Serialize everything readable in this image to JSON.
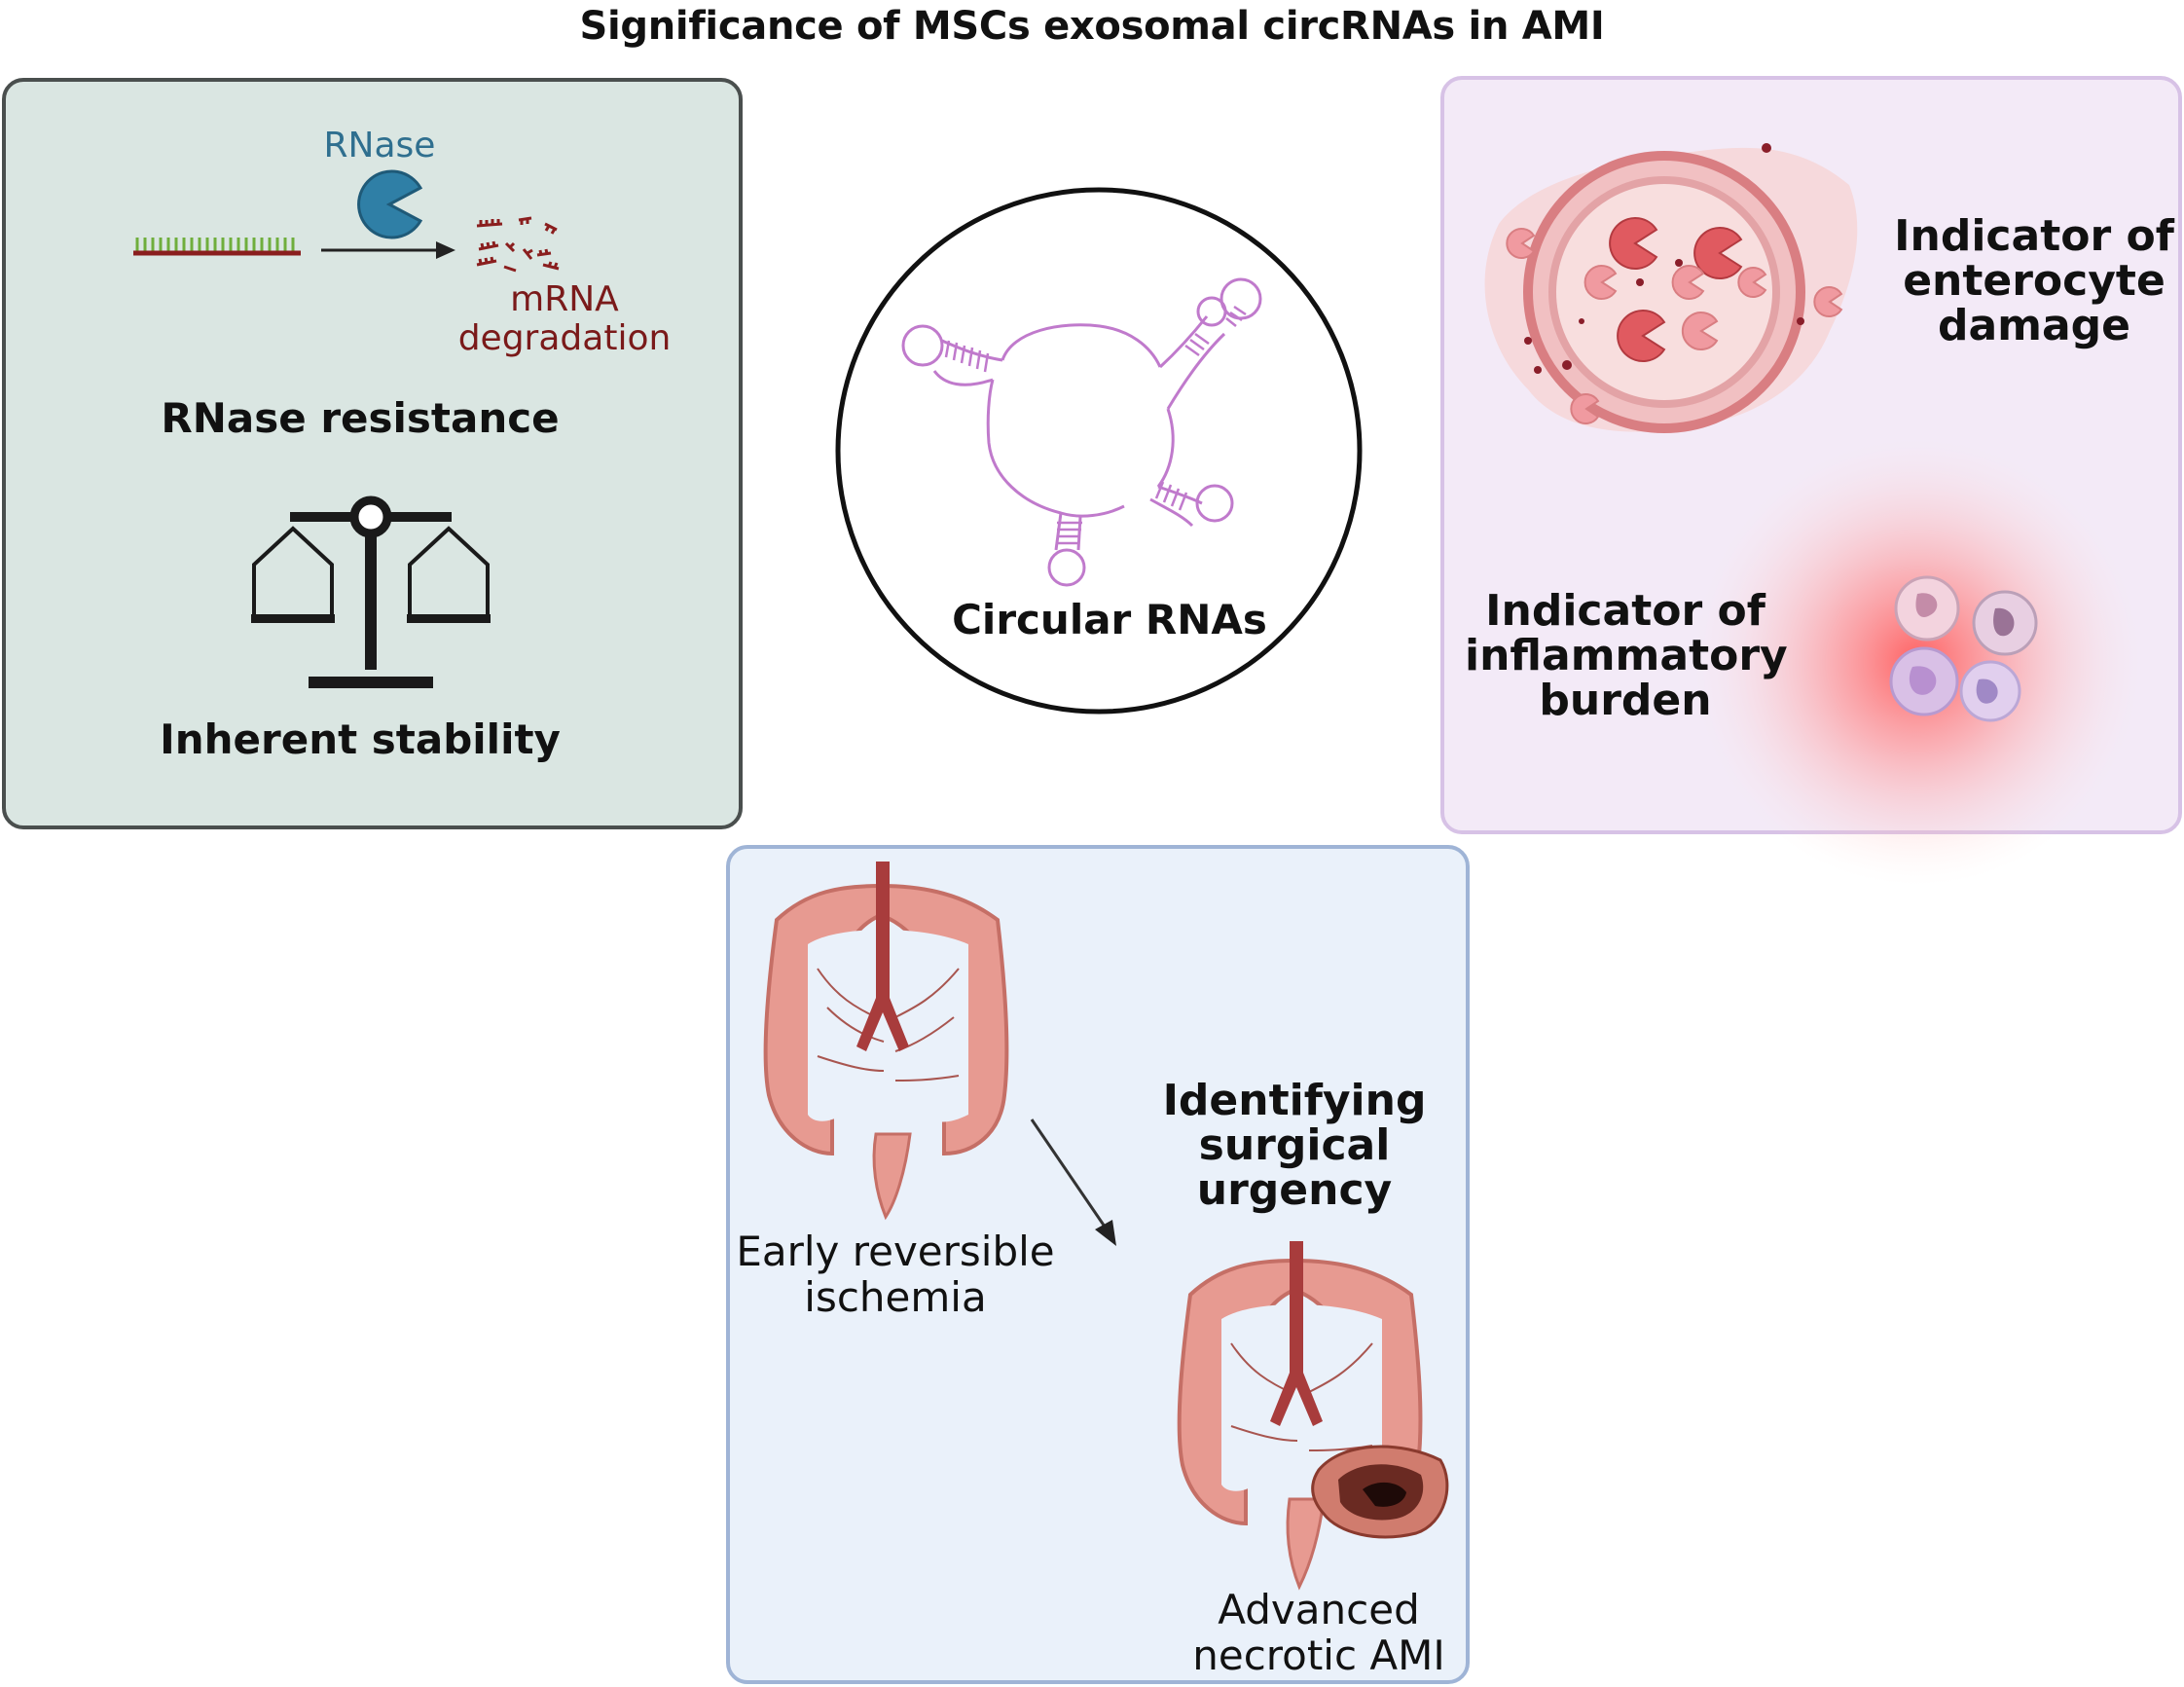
{
  "title": "Significance of MSCs exosomal circRNAs in AMI",
  "left_panel": {
    "rnase_label": "RNase",
    "degradation_label": "mRNA degradation",
    "resistance_label": "RNase resistance",
    "stability_label": "Inherent stability"
  },
  "center": {
    "label": "Circular RNAs"
  },
  "right_panel": {
    "enterocyte_label": "Indicator of enterocyte damage",
    "inflammatory_label": "Indicator of inflammatory burden"
  },
  "bottom_panel": {
    "early_label": "Early reversible ischemia",
    "urgency_label": "Identifying surgical urgency",
    "advanced_label": "Advanced necrotic AMI"
  },
  "colors": {
    "left_panel_bg": "#dae6e2",
    "right_panel_bg": "#f3eaf7",
    "bottom_panel_bg": "#eaf1fa",
    "rnase_blue": "#2f7fa6",
    "mrna_red": "#8a1e1e",
    "circrna_purple": "#c07acc",
    "intestine_pink": "#e79a91"
  }
}
